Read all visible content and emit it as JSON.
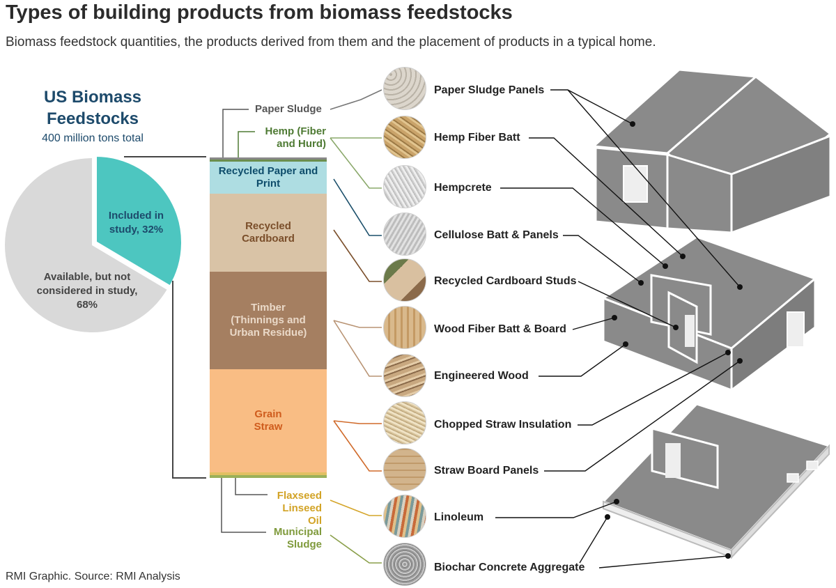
{
  "header": {
    "title": "Types of building products from biomass feedstocks",
    "subtitle": "Biomass feedstock quantities, the products derived from them and the placement of products in a typical home."
  },
  "pie": {
    "title": "US Biomass Feedstocks",
    "total_label": "400 million tons total",
    "included_label": "Included in study, 32%",
    "excluded_label": "Available, but not considered in study, 68%",
    "included_pct": 32,
    "excluded_pct": 68,
    "colors": {
      "included": "#4dc6c0",
      "excluded": "#d9d9d9"
    }
  },
  "feedstocks": [
    {
      "name": "Paper Sludge",
      "color": "#666666"
    },
    {
      "name": "Hemp (Fiber and Hurd)",
      "color": "#5f8a42"
    },
    {
      "name": "Recycled Paper and Print",
      "color": "#0e4d6b",
      "fill": "#aedde2"
    },
    {
      "name": "Recycled Cardboard",
      "color": "#7a4e2a",
      "fill": "#d9c3a6"
    },
    {
      "name": "Timber (Thinnings and Urban Residue)",
      "color": "#e8d8c8",
      "fill": "#a57f61"
    },
    {
      "name": "Grain Straw",
      "color": "#cf5c1d",
      "fill": "#f9bd84"
    },
    {
      "name": "Flaxseed Linseed Oil",
      "color": "#d2a326"
    },
    {
      "name": "Municipal Sludge",
      "color": "#7f9a3c"
    }
  ],
  "products": [
    {
      "name": "Paper Sludge Panels",
      "icon": "paper-sludge-panel-texture"
    },
    {
      "name": "Hemp Fiber Batt",
      "icon": "hemp-fiber-batt-texture"
    },
    {
      "name": "Hempcrete",
      "icon": "hempcrete-texture"
    },
    {
      "name": "Cellulose Batt & Panels",
      "icon": "cellulose-batt-texture"
    },
    {
      "name": "Recycled Cardboard Studs",
      "icon": "cardboard-stud-photo"
    },
    {
      "name": "Wood Fiber Batt & Board",
      "icon": "wood-fiber-board-photo"
    },
    {
      "name": "Engineered Wood",
      "icon": "engineered-wood-photo"
    },
    {
      "name": "Chopped Straw Insulation",
      "icon": "chopped-straw-texture"
    },
    {
      "name": "Straw Board Panels",
      "icon": "straw-board-photo"
    },
    {
      "name": "Linoleum",
      "icon": "linoleum-swatches-photo"
    },
    {
      "name": "Biochar Concrete Aggregate",
      "icon": "biochar-aggregate-texture"
    }
  ],
  "house": {
    "wall_color": "#8a8a8a",
    "edge_color": "#ffffff",
    "icon": "exploded-house-illustration"
  },
  "source": "RMI Graphic. Source: RMI Analysis"
}
